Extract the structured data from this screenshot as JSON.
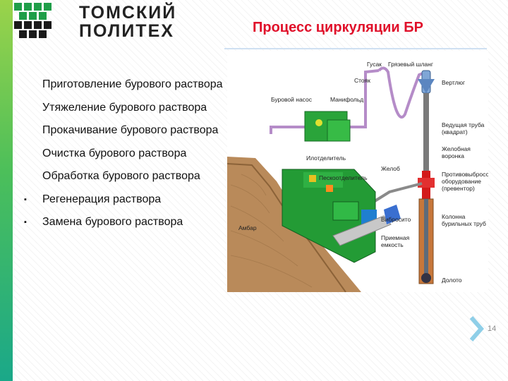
{
  "logo": {
    "line1": "ТОМСКИЙ",
    "line2": "ПОЛИТЕХ"
  },
  "title": "Процесс циркуляции БР",
  "bullets": [
    {
      "marker": "",
      "text": "Приготовление бурового раствора"
    },
    {
      "marker": "",
      "text": "Утяжеление бурового раствора"
    },
    {
      "marker": "",
      "text": "Прокачивание бурового раствора"
    },
    {
      "marker": "",
      "text": "Очистка бурового раствора"
    },
    {
      "marker": "",
      "text": "Обработка бурового раствора"
    },
    {
      "marker": "▪",
      "text": "Регенерация раствора"
    },
    {
      "marker": "▪",
      "text": "Замена бурового раствора"
    }
  ],
  "diagram": {
    "labels": {
      "gusak": "Гусак",
      "hose": "Грязевый шланг",
      "stoyak": "Стояк",
      "pump": "Буровой насос",
      "manifold": "Манифольд",
      "swivel": "Вертлюг",
      "kelly": "Ведущая труба (квадрат)",
      "funnel": "Желобная воронка",
      "bop": "Противовыбросовое оборудование (превентор)",
      "desilter": "Илотделитель",
      "desander": "Пескоотделитель",
      "gutter": "Желоб",
      "pit": "Амбар",
      "shaker": "Вибросито",
      "tank": "Приемная емкость",
      "pipes": "Колонна бурильных труб",
      "bit": "Долото"
    }
  },
  "page_number": "14",
  "colors": {
    "title": "#e0102a",
    "accent_green": "#3fb24a",
    "equipment_green": "#27a83a"
  }
}
